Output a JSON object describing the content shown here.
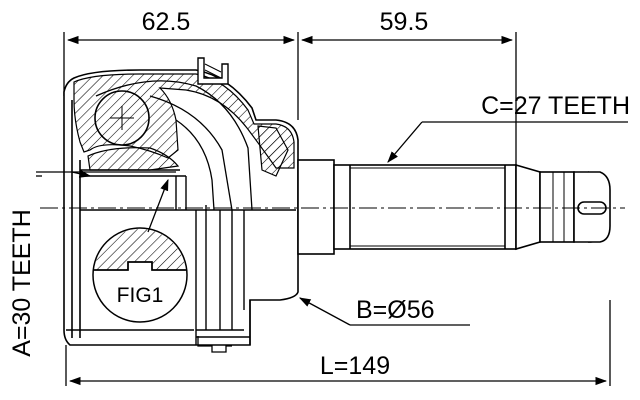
{
  "dimensions": {
    "top_left": "62.5",
    "top_right": "59.5",
    "overall_length": "L=149"
  },
  "annotations": {
    "outer_spline": "C=27 TEETH",
    "inner_spline": "A=30 TEETH",
    "seal_diameter": "B=Ø56",
    "figure_label": "FIG1"
  },
  "colors": {
    "line": "#000000",
    "background": "#ffffff"
  }
}
